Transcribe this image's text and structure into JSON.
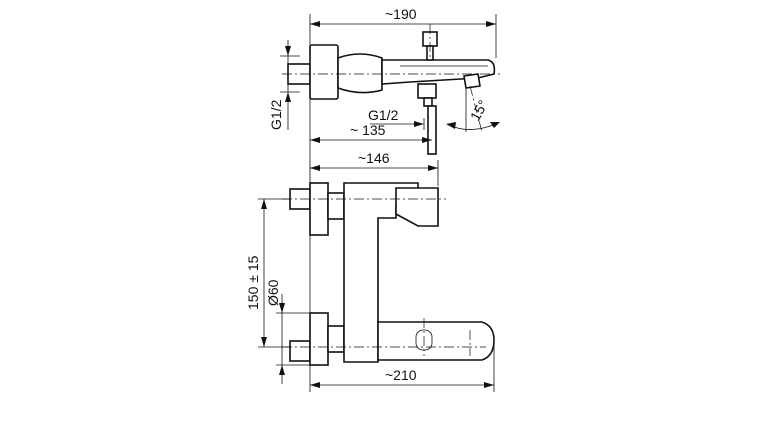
{
  "dimensions": {
    "top_width": "~190",
    "top_thread": "G1/2",
    "top_outlet_thread": "G1/2",
    "top_depth": "~ 135",
    "top_angle": "15°",
    "front_width": "~146",
    "front_centers": "150 ± 15",
    "front_diameter": "Ø60",
    "front_spout": "~210"
  }
}
